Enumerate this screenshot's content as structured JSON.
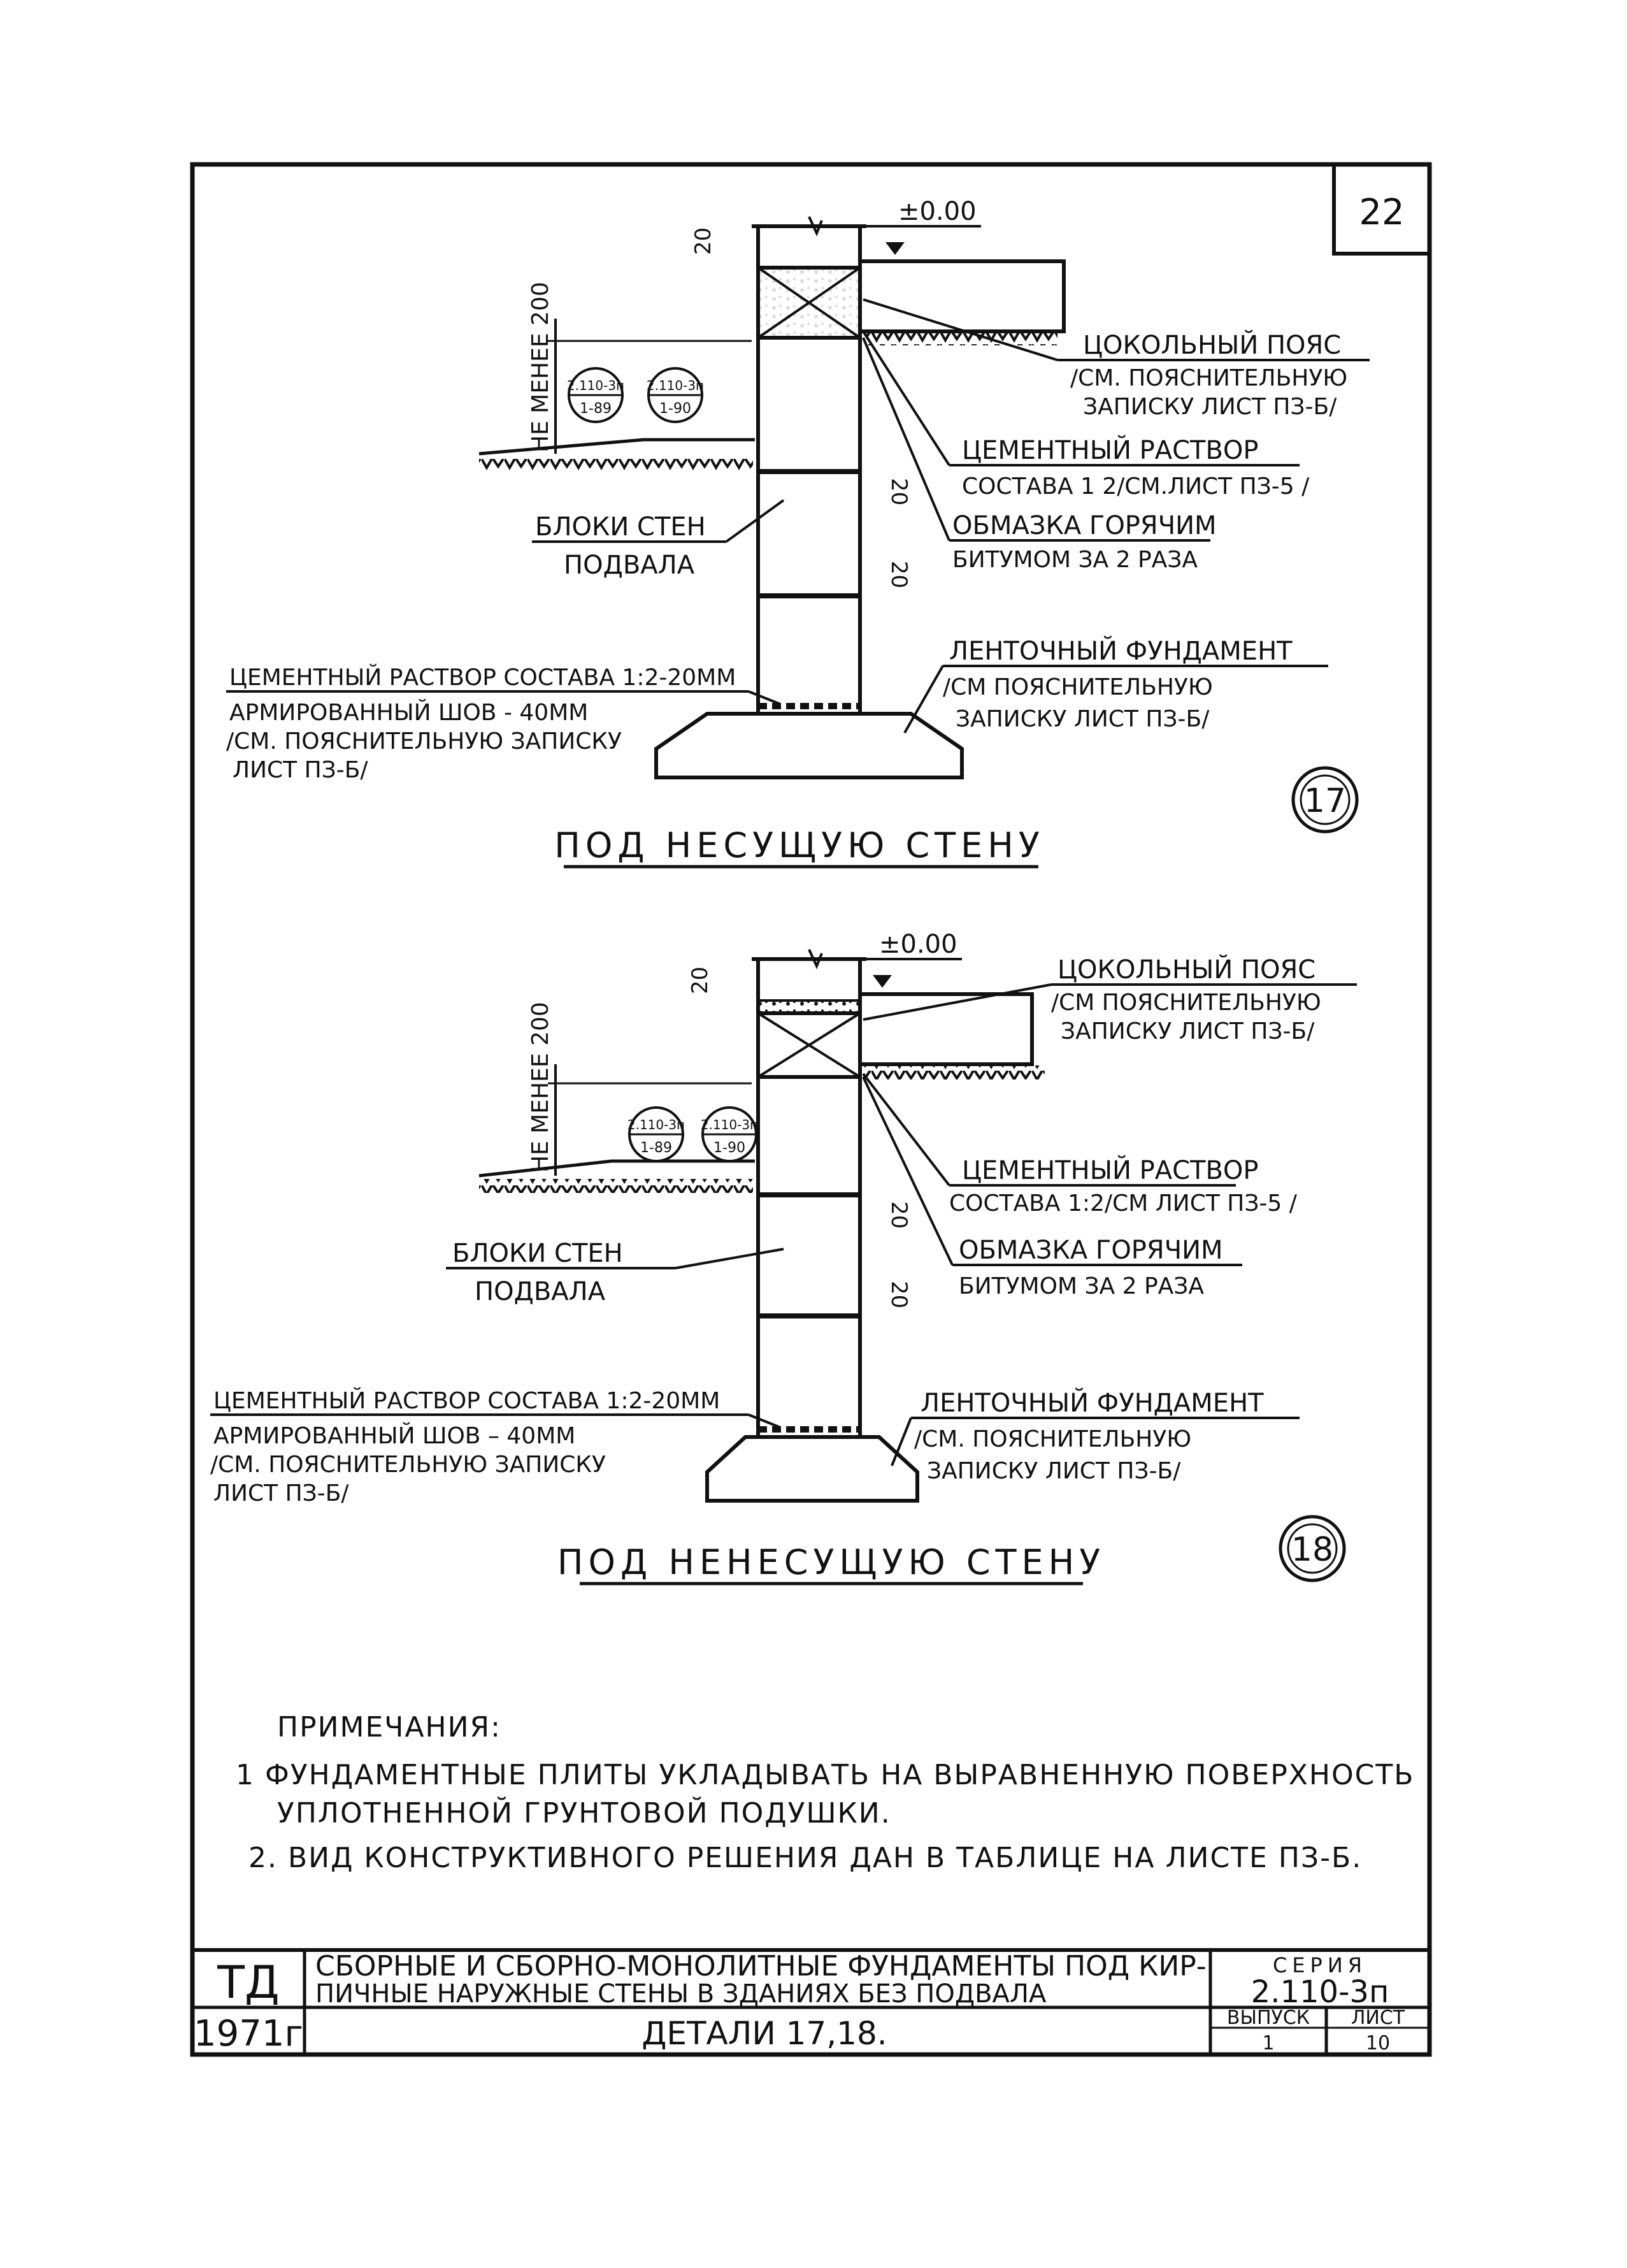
{
  "sheet_number": "22",
  "details": [
    {
      "number": "17",
      "title": "ПОД НЕСУЩУЮ СТЕНУ",
      "elevation": "±0.00",
      "dims": {
        "top": "20",
        "mid": "20",
        "low": "20",
        "min_height": "НЕ МЕНЕЕ 200"
      },
      "refs": [
        {
          "top": "2.110-3п",
          "bottom": "1-89"
        },
        {
          "top": "2.110-3п",
          "bottom": "1-90"
        }
      ],
      "labels": {
        "plinth_line1": "ЦОКОЛЬНЫЙ ПОЯС",
        "plinth_line2": "/СМ. ПОЯСНИТЕЛЬНУЮ",
        "plinth_line3": "ЗАПИСКУ ЛИСТ ПЗ-Б/",
        "mortar_line1": "ЦЕМЕНТНЫЙ РАСТВОР",
        "mortar_line2": "СОСТАВА 1 2/СМ.ЛИСТ ПЗ-5 /",
        "bitumen_line1": "ОБМАЗКА ГОРЯЧИМ",
        "bitumen_line2": "БИТУМОМ ЗА 2 РАЗА",
        "blocks_line1": "БЛОКИ СТЕН",
        "blocks_line2": "ПОДВАЛА",
        "joint_line1": "ЦЕМЕНТНЫЙ РАСТВОР СОСТАВА 1:2-20ММ",
        "joint_line2": "АРМИРОВАННЫЙ ШОВ - 40ММ",
        "joint_line3": "/СМ. ПОЯСНИТЕЛЬНУЮ ЗАПИСКУ",
        "joint_line4": "ЛИСТ ПЗ-Б/",
        "footing_line1": "ЛЕНТОЧНЫЙ ФУНДАМЕНТ",
        "footing_line2": "/СМ ПОЯСНИТЕЛЬНУЮ",
        "footing_line3": "ЗАПИСКУ ЛИСТ ПЗ-Б/"
      }
    },
    {
      "number": "18",
      "title": "ПОД НЕНЕСУЩУЮ СТЕНУ",
      "elevation": "±0.00",
      "dims": {
        "top": "20",
        "mid": "20",
        "low": "20",
        "min_height": "НЕ МЕНЕЕ 200"
      },
      "refs": [
        {
          "top": "2.110-3п",
          "bottom": "1-89"
        },
        {
          "top": "2.110-3п",
          "bottom": "1-90"
        }
      ],
      "labels": {
        "plinth_line1": "ЦОКОЛЬНЫЙ ПОЯС",
        "plinth_line2": "/СМ ПОЯСНИТЕЛЬНУЮ",
        "plinth_line3": "ЗАПИСКУ ЛИСТ ПЗ-Б/",
        "mortar_line1": "ЦЕМЕНТНЫЙ РАСТВОР",
        "mortar_line2": "СОСТАВА 1:2/СМ ЛИСТ ПЗ-5 /",
        "bitumen_line1": "ОБМАЗКА ГОРЯЧИМ",
        "bitumen_line2": "БИТУМОМ ЗА 2 РАЗА",
        "blocks_line1": "БЛОКИ СТЕН",
        "blocks_line2": "ПОДВАЛА",
        "joint_line1": "ЦЕМЕНТНЫЙ РАСТВОР СОСТАВА 1:2-20ММ",
        "joint_line2": "АРМИРОВАННЫЙ ШОВ – 40ММ",
        "joint_line3": "/СМ. ПОЯСНИТЕЛЬНУЮ ЗАПИСКУ",
        "joint_line4": "ЛИСТ ПЗ-Б/",
        "footing_line1": "ЛЕНТОЧНЫЙ ФУНДАМЕНТ",
        "footing_line2": "/СМ. ПОЯСНИТЕЛЬНУЮ",
        "footing_line3": "ЗАПИСКУ ЛИСТ ПЗ-Б/"
      }
    }
  ],
  "notes": {
    "heading": "ПРИМЕЧАНИЯ:",
    "item1_line1": "1 ФУНДАМЕНТНЫЕ ПЛИТЫ УКЛАДЫВАТЬ НА ВЫРАВНЕННУЮ ПОВЕРХНОСТЬ",
    "item1_line2": "УПЛОТНЕННОЙ ГРУНТОВОЙ ПОДУШКИ.",
    "item2": "2. ВИД КОНСТРУКТИВНОГО РЕШЕНИЯ ДАН В ТАБЛИЦЕ НА ЛИСТЕ ПЗ-Б."
  },
  "title_block": {
    "org": "ТД",
    "year": "1971г",
    "title_line1": "СБОРНЫЕ И СБОРНО-МОНОЛИТНЫЕ ФУНДАМЕНТЫ ПОД КИР-",
    "title_line2": "ПИЧНЫЕ НАРУЖНЫЕ СТЕНЫ В ЗДАНИЯХ БЕЗ ПОДВАЛА",
    "subtitle": "ДЕТАЛИ 17,18.",
    "series_label": "СЕРИЯ",
    "series_value": "2.110-3п",
    "issue_label": "ВЫПУСК",
    "issue_value": "1",
    "sheet_label": "ЛИСТ",
    "sheet_value": "10"
  }
}
